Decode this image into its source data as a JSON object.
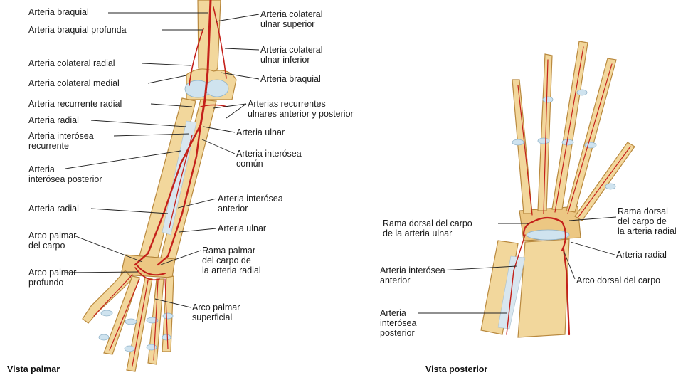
{
  "left_view": {
    "title": "Vista palmar",
    "labels": [
      "Arteria braquial",
      "Arteria braquial profunda",
      "Arteria colateral radial",
      "Arteria colateral medial",
      "Arteria recurrente radial",
      "Arteria radial",
      "Arteria interósea\nrecurrente",
      "Arteria\ninterósea posterior",
      "Arteria radial",
      "Arco palmar\ndel carpo",
      "Arco palmar\nprofundo",
      "Arteria colateral\nulnar superior",
      "Arteria colateral\nulnar inferior",
      "Arteria braquial",
      "Arterias recurrentes\nulnares anterior y posterior",
      "Arteria ulnar",
      "Arteria interósea\ncomún",
      "Arteria interósea\nanterior",
      "Arteria ulnar",
      "Rama palmar\ndel carpo de\nla arteria radial",
      "Arco palmar\nsuperficial"
    ]
  },
  "right_view": {
    "title": "Vista posterior",
    "labels": [
      "Rama dorsal del carpo\nde la arteria ulnar",
      "Arteria interósea\nanterior",
      "Arteria\ninterósea\nposterior",
      "Rama dorsal\ndel carpo de\nla arteria radial",
      "Arteria radial",
      "Arco dorsal del carpo"
    ]
  },
  "colors": {
    "bone": "#f2d79c",
    "artery": "#c4201a",
    "cartilage": "#cfe3ef"
  }
}
